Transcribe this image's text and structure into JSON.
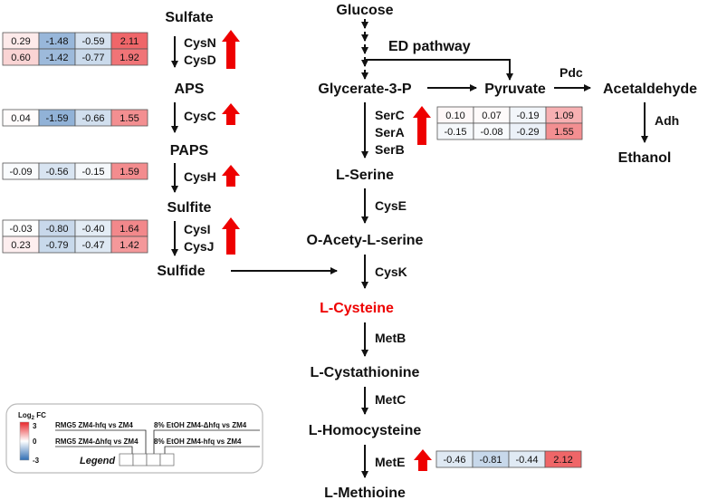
{
  "metabolites": {
    "sulfate": "Sulfate",
    "aps": "APS",
    "paps": "PAPS",
    "sulfite": "Sulfite",
    "sulfide": "Sulfide",
    "glucose": "Glucose",
    "glycerate": "Glycerate-3-P",
    "pyruvate": "Pyruvate",
    "acetaldehyde": "Acetaldehyde",
    "ethanol": "Ethanol",
    "lserine": "L-Serine",
    "oacetyl": "O-Acety-L-serine",
    "lcysteine": "L-Cysteine",
    "lcystathionine": "L-Cystathionine",
    "lhomocysteine": "L-Homocysteine",
    "lmethionine": "L-Methioine"
  },
  "pathway_label": "ED pathway",
  "enzymes": {
    "cysN": "CysN",
    "cysD": "CysD",
    "cysC": "CysC",
    "cysH": "CysH",
    "cysI": "CysI",
    "cysJ": "CysJ",
    "serC": "SerC",
    "serA": "SerA",
    "serB": "SerB",
    "cysE": "CysE",
    "cysK": "CysK",
    "metB": "MetB",
    "metC": "MetC",
    "metE": "MetE",
    "pdc": "Pdc",
    "adh": "Adh"
  },
  "highlight_color": "#ee0000",
  "heatmap": {
    "cysN": [
      "0.29",
      "-1.48",
      "-0.59",
      "2.11"
    ],
    "cysD": [
      "0.60",
      "-1.42",
      "-0.77",
      "1.92"
    ],
    "cysC": [
      "0.04",
      "-1.59",
      "-0.66",
      "1.55"
    ],
    "cysH": [
      "-0.09",
      "-0.56",
      "-0.15",
      "1.59"
    ],
    "cysI": [
      "-0.03",
      "-0.80",
      "-0.40",
      "1.64"
    ],
    "cysJ": [
      "0.23",
      "-0.79",
      "-0.47",
      "1.42"
    ],
    "serC": [
      "0.10",
      "0.07",
      "-0.19",
      "1.09"
    ],
    "serA": [
      "-0.15",
      "-0.08",
      "-0.29",
      "1.55"
    ],
    "metE": [
      "-0.46",
      "-0.81",
      "-0.44",
      "2.12"
    ]
  },
  "color_scale": {
    "min": -3,
    "mid": 0,
    "max": 3,
    "low_color": "#2f6db3",
    "mid_color": "#ffffff",
    "high_color": "#e8262a"
  },
  "legend": {
    "title": "Log",
    "title_sub": "2",
    "title_suffix": " FC",
    "tick_max": "3",
    "tick_mid": "0",
    "tick_min": "-3",
    "label1": "RMG5 ZM4-hfq vs ZM4",
    "label2": "RMG5 ZM4-Δhfq vs ZM4",
    "label3": "8% EtOH ZM4-Δhfq vs ZM4",
    "label4": "8% EtOH ZM4-hfq vs ZM4",
    "caption": "Legend"
  }
}
